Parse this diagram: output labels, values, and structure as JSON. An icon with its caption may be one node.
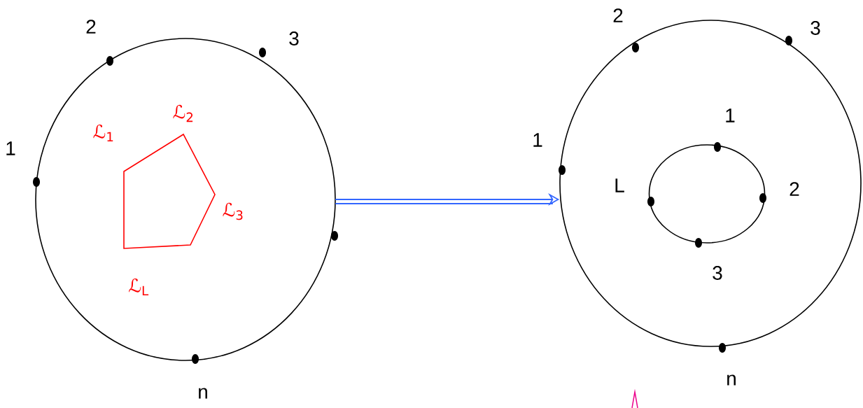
{
  "diagram": {
    "nodes": [
      {
        "text": [],
        "shape": "circle"
      },
      {
        "text": [],
        "shape": "circle"
      },
      {
        "text": [],
        "shape": "circle",
        "in": 1
      }
    ],
    "edges": [
      {
        "from": 0,
        "to": 1,
        "arrow": "to"
      }
    ],
    "labels": [
      "2",
      "3",
      "1",
      "ℒ$_{1}$",
      "ℒ$_{2}$",
      "ℒ$_{3}$",
      "ℒ$_{L}$",
      "n",
      "2",
      "3",
      "1",
      "1",
      "L",
      "2",
      "3",
      "n"
    ]
  }
}
